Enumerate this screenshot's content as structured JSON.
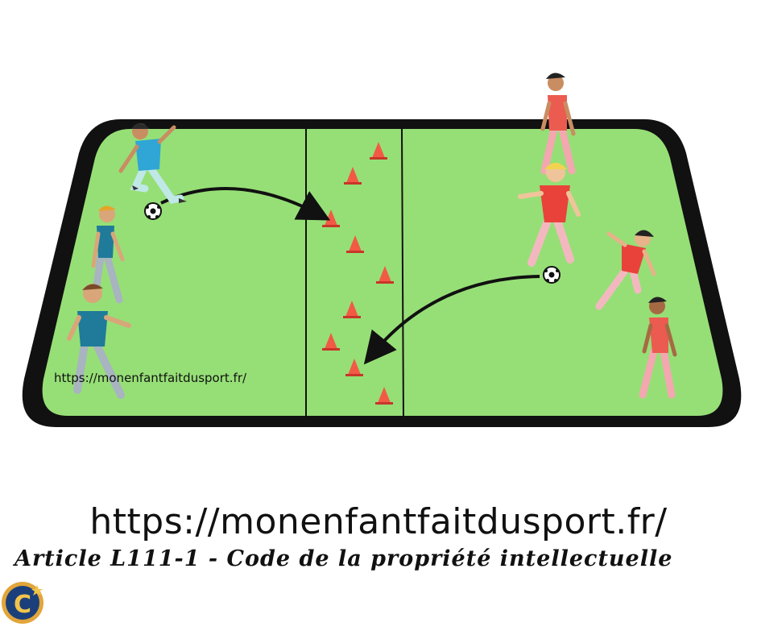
{
  "field_watermark": "https://monenfantfaitdusport.fr/",
  "site_url": "https://monenfantfaitdusport.fr/",
  "legal_notice": "Article L111-1 - Code de la propriété intellectuelle",
  "logo_letter": "C",
  "colors": {
    "field_green": "#96df76",
    "field_border": "#111111",
    "cone": "#f25a45",
    "team_blue": "#1a93c5",
    "team_red": "#ec4c43"
  }
}
